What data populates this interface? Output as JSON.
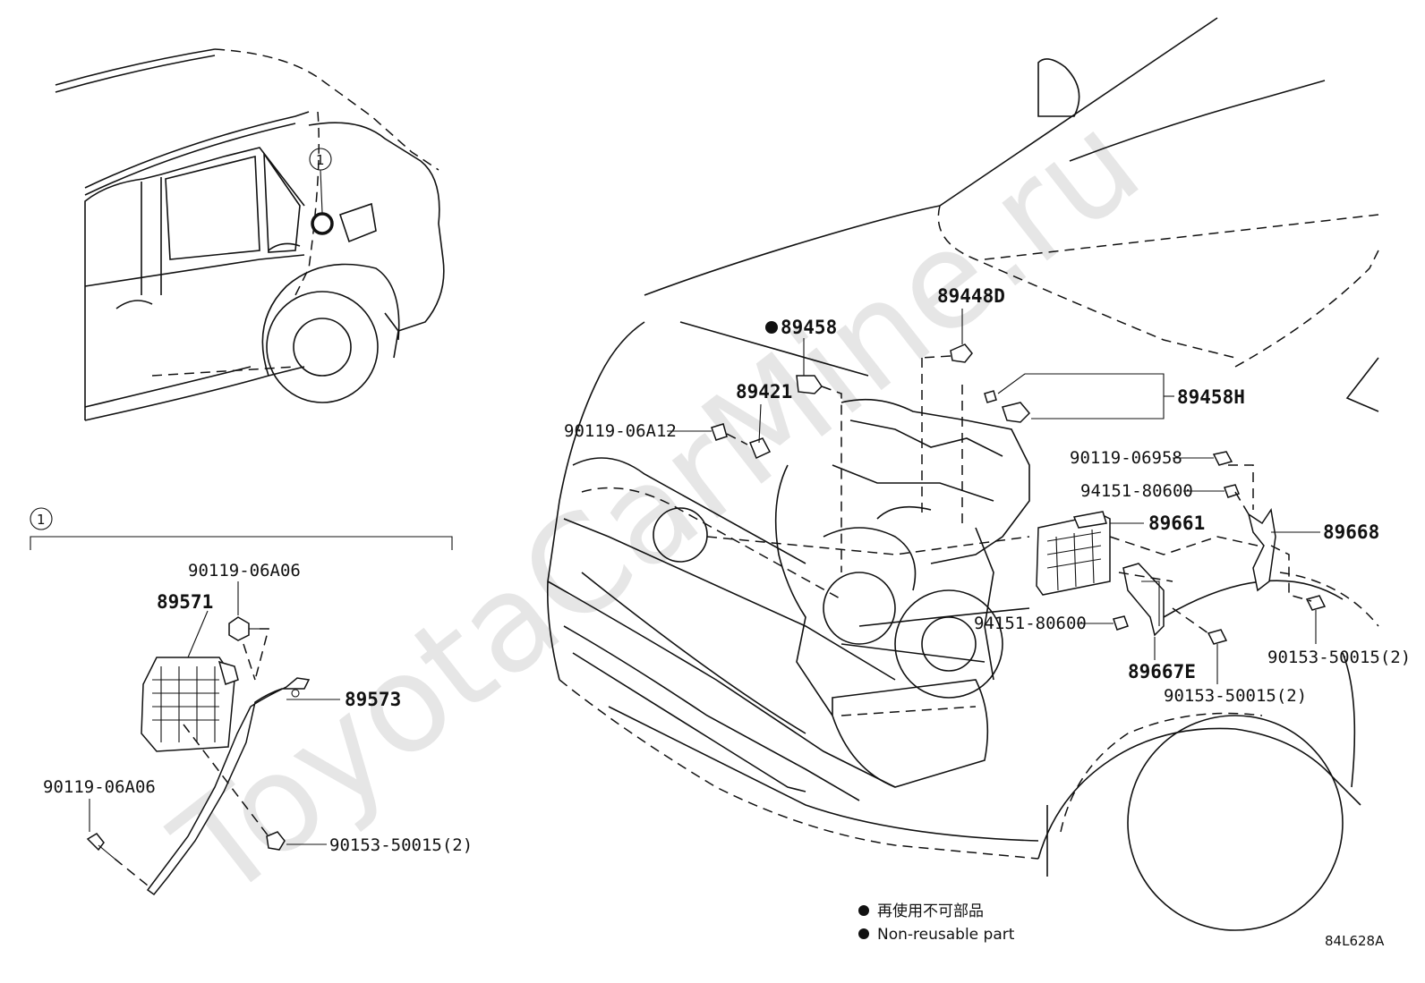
{
  "watermark": "ToyotaCarMine.ru",
  "callout": {
    "ref": "1"
  },
  "labels": {
    "p89448D": "89448D",
    "p89458": "89458",
    "p89421": "89421",
    "p89458H": "89458H",
    "p90119_06A12": "90119-06A12",
    "p90119_06958": "90119-06958",
    "p94151_80600_top": "94151-80600",
    "p89661": "89661",
    "p89668": "89668",
    "p94151_80600_mid": "94151-80600",
    "p89667E": "89667E",
    "p90153_right": "90153-50015(2)",
    "p90153_mid": "90153-50015(2)",
    "p90119_06A06_top": "90119-06A06",
    "p89571": "89571",
    "p89573": "89573",
    "p90119_06A06_bot": "90119-06A06",
    "p90153_left": "90153-50015(2)"
  },
  "legend": {
    "jp": "再使用不可部品",
    "en": "Non-reusable part"
  },
  "diagram_code": "84L628A"
}
